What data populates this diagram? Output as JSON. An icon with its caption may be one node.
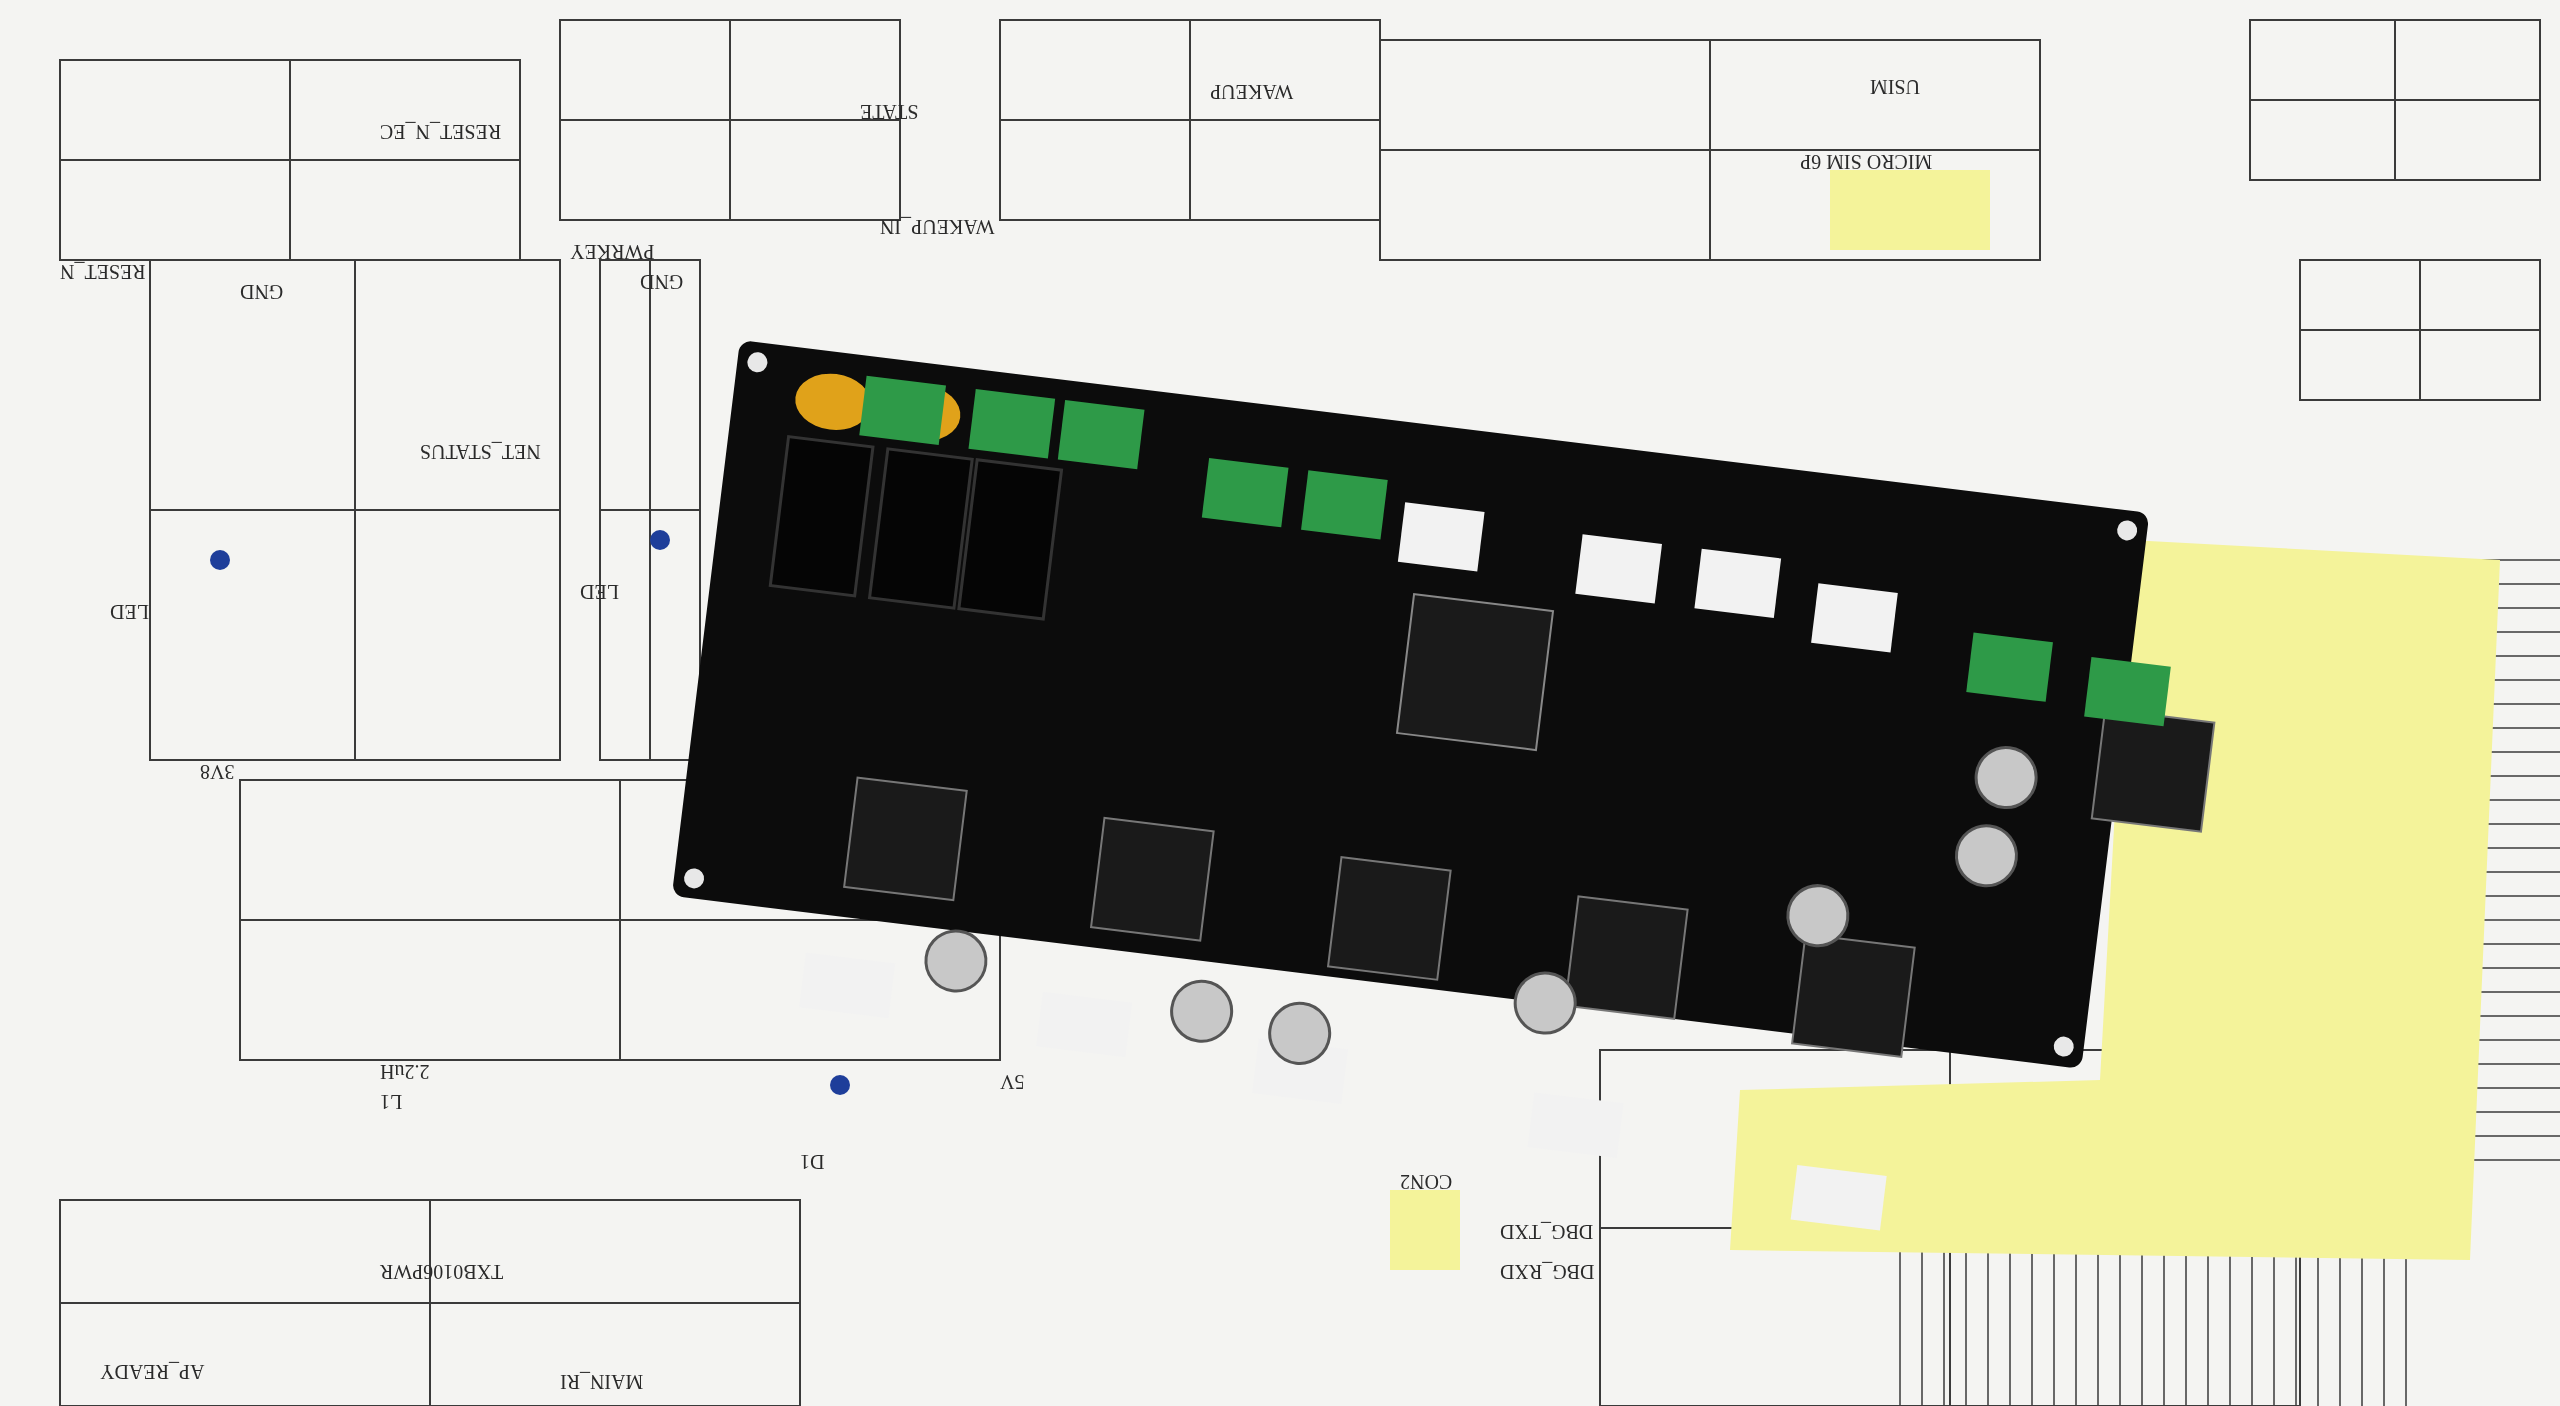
{
  "diagram": {
    "labels": [
      "RESET_N_EC",
      "STATE",
      "WAKEUP",
      "USIM",
      "MICRO SIM 6P",
      "RESET_N",
      "PWRKEY",
      "WAKEUP_IN",
      "NET_STATUS",
      "LED",
      "LED",
      "3V8",
      "GND",
      "GND",
      "2.2uH",
      "L1",
      "5V",
      "D1",
      "DBG_TXD",
      "DBG_RXD",
      "CON2",
      "TXB0106PWR",
      "AP_READY",
      "MAIN_RI"
    ]
  }
}
